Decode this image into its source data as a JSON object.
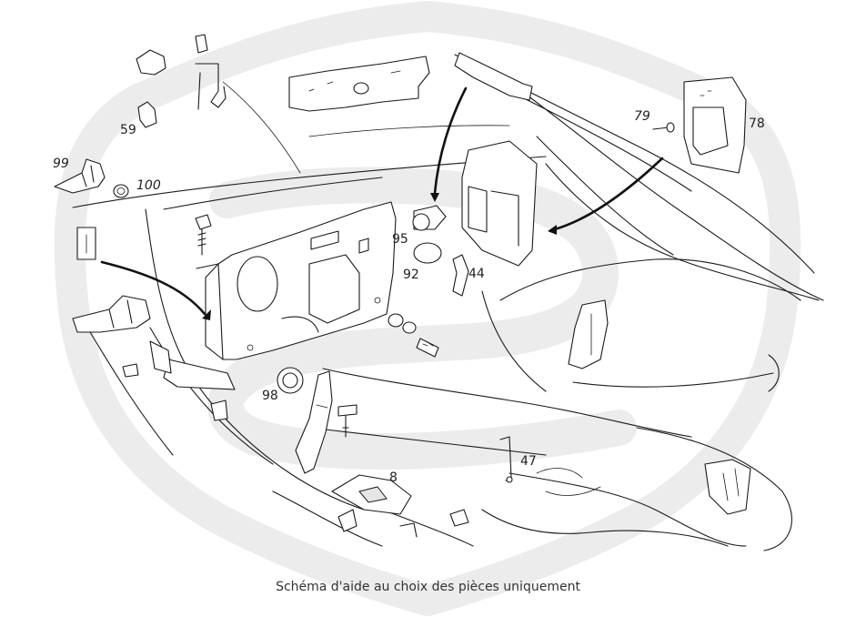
{
  "colors": {
    "background": "#ffffff",
    "line": "#1a1a1a",
    "watermark": "#ececec",
    "caption": "#333333"
  },
  "watermark": {
    "icon": "shield-logo-watermark"
  },
  "labels": {
    "p59": "59",
    "p99": "99",
    "p100": "100",
    "p79": "79",
    "p78": "78",
    "p95": "95",
    "p92": "92",
    "p44": "44",
    "p98": "98",
    "p8": "8",
    "p47": "47"
  },
  "caption": "Schéma d'aide au choix des pièces uniquement"
}
